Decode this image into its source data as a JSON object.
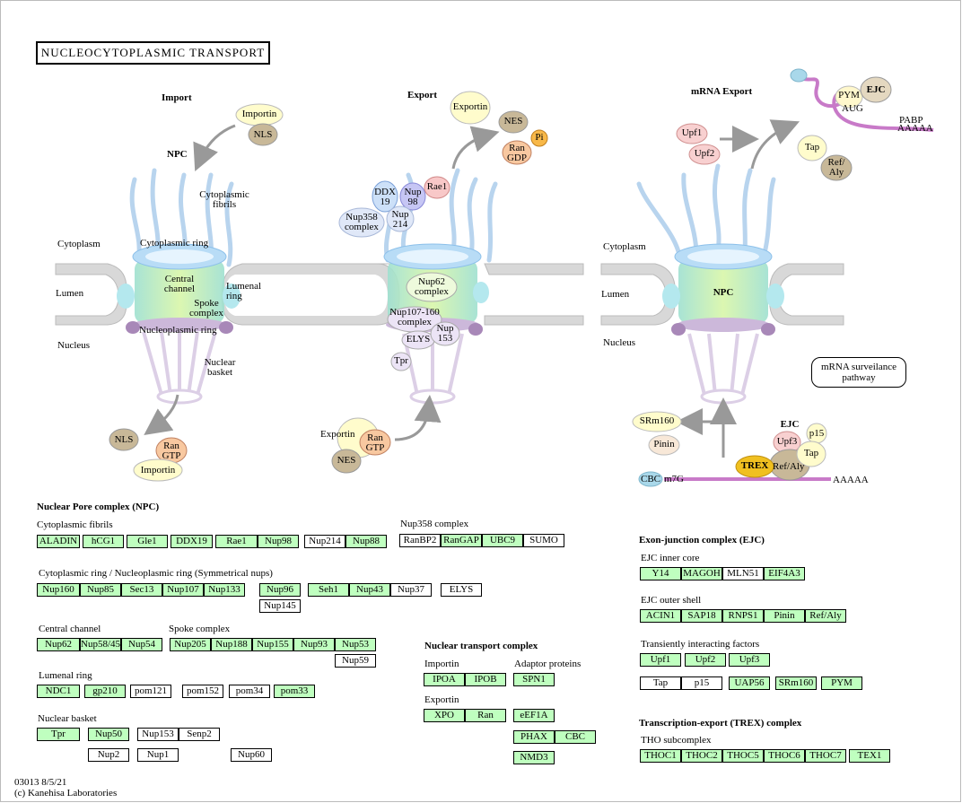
{
  "title": "NUCLEOCYTOPLASMIC  TRANSPORT",
  "footer": {
    "id_date": "03013 8/5/21",
    "copyright": "(c) Kanehisa Laboratories"
  },
  "diagram": {
    "import": {
      "heading": "Import",
      "npc": "NPC",
      "cytoplasmic_fibrils": "Cytoplasmic\nfibrils",
      "cytoplasm": "Cytoplasm",
      "cytoplasmic_ring": "Cytoplasmic ring",
      "lumen": "Lumen",
      "central_channel": "Central\nchannel",
      "lumenal_ring": "Lumenal\nring",
      "spoke_complex": "Spoke\ncomplex",
      "nucleoplasmic_ring": "Nucleoplasmic ring",
      "nucleus": "Nucleus",
      "nuclear_basket": "Nuclear\nbasket",
      "importin_top": "Importin",
      "nls_top": "NLS",
      "nls_bottom": "NLS",
      "ran_gtp": "Ran\nGTP",
      "importin_bottom": "Importin"
    },
    "export": {
      "heading": "Export",
      "exportin_top": "Exportin",
      "nes_top": "NES",
      "ran_gdp": "Ran\nGDP",
      "pi": "Pi",
      "ddx19": "DDX\n19",
      "nup98": "Nup\n98",
      "rae1": "Rae1",
      "nup358": "Nup358\ncomplex",
      "nup214": "Nup\n214",
      "nup62": "Nup62\ncomplex",
      "nup107": "Nup107-160\ncomplex",
      "elys": "ELYS",
      "nup153": "Nup\n153",
      "tpr": "Tpr",
      "exportin_bottom": "Exportin",
      "ran_gtp": "Ran\nGTP",
      "nes_bottom": "NES"
    },
    "mrna": {
      "heading": "mRNA Export",
      "upf1": "Upf1",
      "upf2": "Upf2",
      "pym": "PYM",
      "ejc_top": "EJC",
      "aug": "AUG",
      "pabp": "PABP",
      "aaaaa_top": "AAAAA",
      "tap_top": "Tap",
      "ref_aly_top": "Ref/\nAly",
      "cytoplasm": "Cytoplasm",
      "lumen": "Lumen",
      "npc": "NPC",
      "nucleus": "Nucleus",
      "surveillance": "mRNA surveilance\npathway",
      "srm160": "SRm160",
      "pinin": "Pinin",
      "ejc_label": "EJC",
      "p15": "p15",
      "upf3": "Upf3",
      "tap_bottom": "Tap",
      "trex": "TREX",
      "ref_aly_bottom": "Ref/Aly",
      "cbc": "CBC",
      "m7g": "m7G",
      "aaaaa_bottom": "AAAAA"
    }
  },
  "npc_section": {
    "heading": "Nuclear Pore complex (NPC)",
    "cyto_fibrils_label": "Cytoplasmic fibrils",
    "cyto_fibrils": [
      "ALADIN",
      "hCG1",
      "Gle1",
      "DDX19",
      "Rae1",
      "Nup98",
      "Nup214",
      "Nup88"
    ],
    "nup358_label": "Nup358 complex",
    "nup358": [
      "RanBP2",
      "RanGAP",
      "UBC9",
      "SUMO"
    ],
    "rings_label": "Cytoplasmic ring / Nucleoplasmic ring (Symmetrical nups)",
    "rings": [
      "Nup160",
      "Nup85",
      "Sec13",
      "Nup107",
      "Nup133",
      "Nup96",
      "Nup145",
      "Seh1",
      "Nup43",
      "Nup37",
      "ELYS"
    ],
    "central_label": "Central channel",
    "central": [
      "Nup62",
      "Nup58/45",
      "Nup54"
    ],
    "spoke_label": "Spoke complex",
    "spoke": [
      "Nup205",
      "Nup188",
      "Nup155",
      "Nup93",
      "Nup53",
      "Nup59"
    ],
    "lumenal_label": "Lumenal ring",
    "lumenal": [
      "NDC1",
      "gp210",
      "pom121",
      "pom152",
      "pom34",
      "pom33"
    ],
    "basket_label": "Nuclear basket",
    "basket": [
      "Tpr",
      "Nup50",
      "Nup153",
      "Senp2",
      "Nup2",
      "Nup1",
      "Nup60"
    ]
  },
  "transport_section": {
    "heading": "Nuclear transport complex",
    "importin_label": "Importin",
    "importin": [
      "IPOA",
      "IPOB"
    ],
    "adaptor_label": "Adaptor proteins",
    "adaptor": [
      "SPN1"
    ],
    "exportin_label": "Exportin",
    "exportin": [
      "XPO",
      "Ran"
    ],
    "other": [
      "eEF1A",
      "PHAX",
      "CBC",
      "NMD3"
    ]
  },
  "ejc_section": {
    "heading": "Exon-junction complex (EJC)",
    "inner_label": "EJC inner core",
    "inner": [
      "Y14",
      "MAGOH",
      "MLN51",
      "EIF4A3"
    ],
    "outer_label": "EJC outer shell",
    "outer": [
      "ACIN1",
      "SAP18",
      "RNPS1",
      "Pinin",
      "Ref/Aly"
    ],
    "transient_label": "Transiently interacting factors",
    "transient": [
      "Upf1",
      "Upf2",
      "Upf3",
      "Tap",
      "p15",
      "UAP56",
      "SRm160",
      "PYM"
    ]
  },
  "trex_section": {
    "heading": "Transcription-export (TREX) complex",
    "tho_label": "THO subcomplex",
    "tho": [
      "THOC1",
      "THOC2",
      "THOC5",
      "THOC6",
      "THOC7",
      "TEX1"
    ]
  }
}
